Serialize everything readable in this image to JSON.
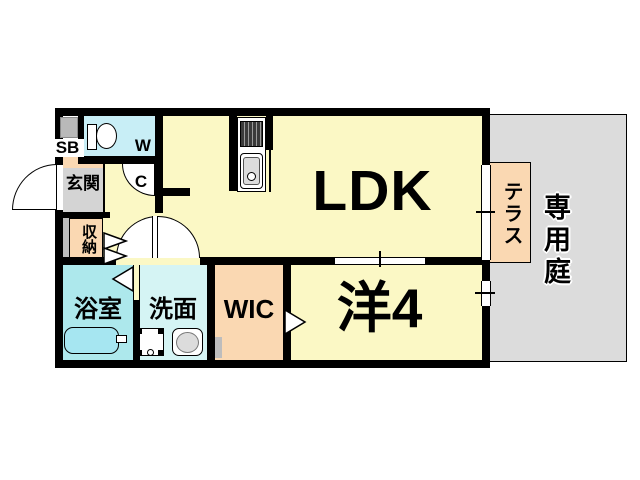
{
  "floorplan": {
    "type": "apartment-floor-plan",
    "rooms": {
      "ldk": {
        "label": "LDK"
      },
      "western_room": {
        "label": "洋4"
      },
      "wic": {
        "label": "WIC"
      },
      "washroom": {
        "label": "洗面"
      },
      "bathroom": {
        "label": "浴室"
      },
      "entrance": {
        "label": "玄関"
      },
      "storage": {
        "label": "収納"
      },
      "toilet": {
        "label": "WC",
        "line1": "W",
        "line2": "C"
      },
      "shoe_box": {
        "label": "SB"
      },
      "terrace": {
        "label": "テラス"
      },
      "private_garden": {
        "label": "専用庭"
      }
    },
    "icons": [
      "toilet-icon",
      "kitchen-sink-icon",
      "stove-icon",
      "bathtub-icon",
      "washing-machine-icon",
      "washbasin-icon",
      "door-swing-icon",
      "folding-door-icon",
      "window-icon"
    ],
    "colors": {
      "room_yellow": "#FBF8C5",
      "wc_blue": "#C8EEF6",
      "bathroom_cyan": "#ADE8EC",
      "washroom_cyan": "#D5F4F4",
      "peach": "#FAD8B2",
      "entrance_gray": "#D4D4D4",
      "shoebox_gray": "#B9B9B9",
      "garden_gray": "#DCDCDC",
      "wall": "#000000"
    }
  }
}
